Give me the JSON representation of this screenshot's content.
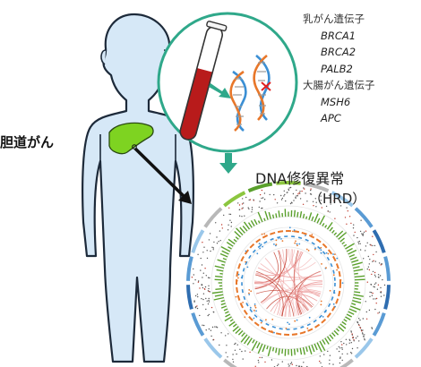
{
  "labels": {
    "disease": "胆道がん",
    "hrd_title": "DNA修復異常",
    "hrd_abbrev": "（HRD）"
  },
  "gene_groups": [
    {
      "category": "乳がん遺伝子",
      "genes": [
        "BRCA1",
        "BRCA2",
        "PALB2"
      ]
    },
    {
      "category": "大腸がん遺伝子",
      "genes": [
        "MSH6",
        "APC"
      ]
    }
  ],
  "colors": {
    "figure_fill": "#d6e8f7",
    "figure_stroke": "#1d2a3a",
    "liver": "#7ed321",
    "circle_border": "#2fa88a",
    "arrow_teal": "#2fa88a",
    "blood": "#b81b1b",
    "dna_orange": "#e8772a",
    "dna_blue": "#3b8fd4",
    "mutation_mark": "#e02020",
    "arrow_black": "#111111"
  },
  "icons": [
    "body-silhouette",
    "liver-icon",
    "test-tube-icon",
    "dna-helix-icon",
    "circos-plot"
  ]
}
